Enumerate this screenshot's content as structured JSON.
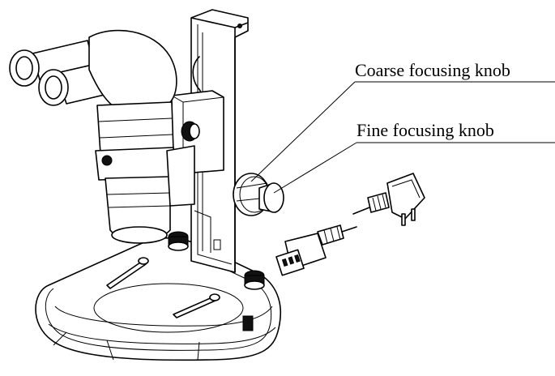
{
  "diagram": {
    "callouts": [
      {
        "id": "coarse",
        "label": "Coarse focusing knob"
      },
      {
        "id": "fine",
        "label": "Fine focusing knob"
      }
    ]
  }
}
